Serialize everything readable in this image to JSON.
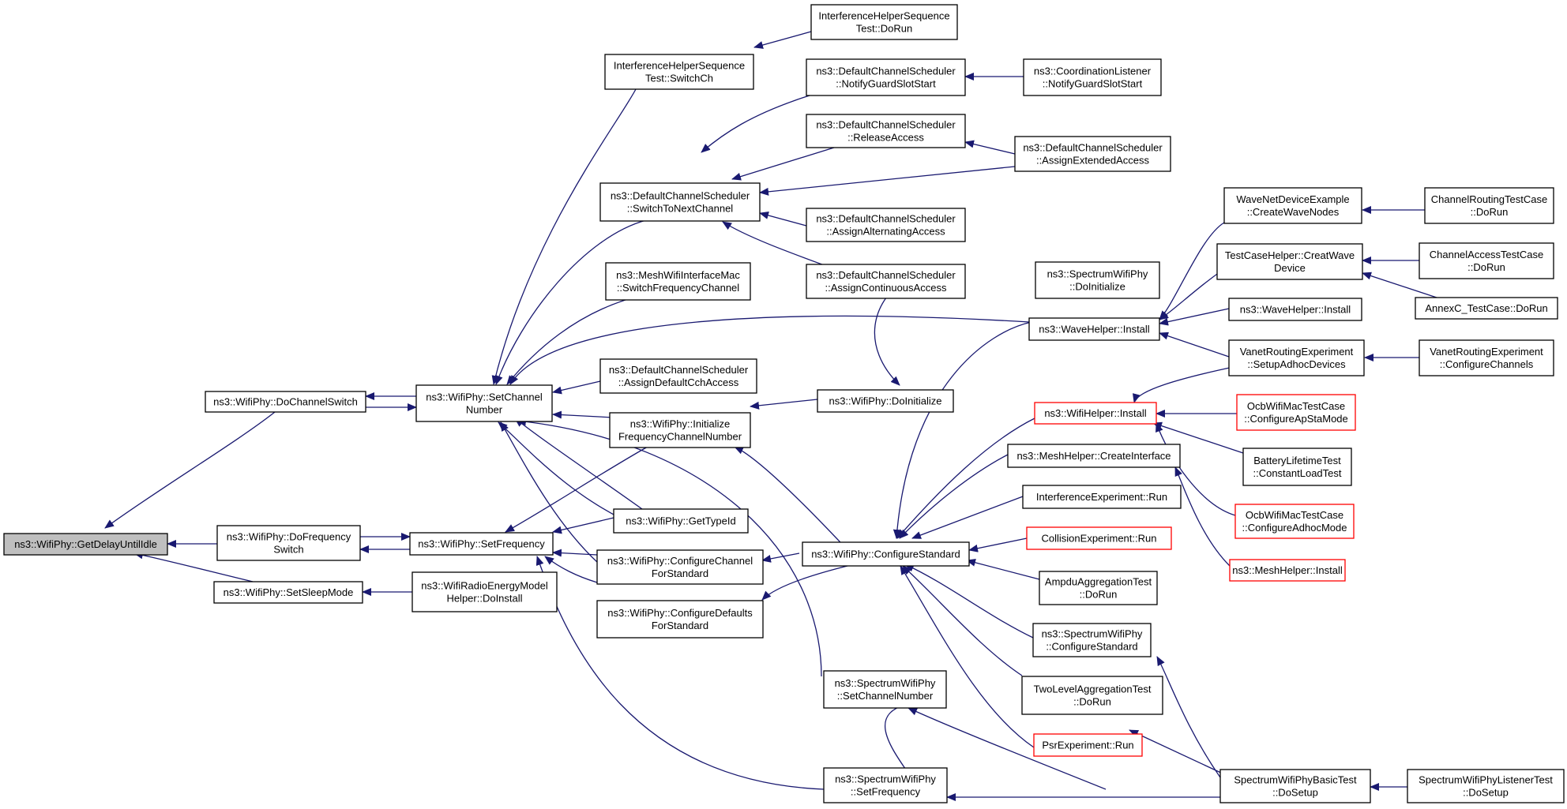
{
  "colors": {
    "edge": "#191970",
    "root_fill": "#bfbfbf",
    "node_border": "#000000",
    "truncated_border": "#ff0000"
  },
  "nodes": [
    {
      "id": "getdelay",
      "lines": [
        "ns3::WifiPhy::GetDelayUntilIdle"
      ],
      "root": true
    },
    {
      "id": "dochannelswitch",
      "lines": [
        "ns3::WifiPhy::DoChannelSwitch"
      ]
    },
    {
      "id": "dofreqswitch",
      "lines": [
        "ns3::WifiPhy::DoFrequency",
        "Switch"
      ]
    },
    {
      "id": "setsleep",
      "lines": [
        "ns3::WifiPhy::SetSleepMode"
      ]
    },
    {
      "id": "setchannel",
      "lines": [
        "ns3::WifiPhy::SetChannel",
        "Number"
      ]
    },
    {
      "id": "setfreq",
      "lines": [
        "ns3::WifiPhy::SetFrequency"
      ]
    },
    {
      "id": "radioenergy",
      "lines": [
        "ns3::WifiRadioEnergyModel",
        "Helper::DoInstall"
      ]
    },
    {
      "id": "ihstswitch",
      "lines": [
        "InterferenceHelperSequence",
        "Test::SwitchCh"
      ]
    },
    {
      "id": "ihstdorun",
      "lines": [
        "InterferenceHelperSequence",
        "Test::DoRun"
      ]
    },
    {
      "id": "dcsswitchnext",
      "lines": [
        "ns3::DefaultChannelScheduler",
        "::SwitchToNextChannel"
      ]
    },
    {
      "id": "dcsnotify",
      "lines": [
        "ns3::DefaultChannelScheduler",
        "::NotifyGuardSlotStart"
      ]
    },
    {
      "id": "coordnotify",
      "lines": [
        "ns3::CoordinationListener",
        "::NotifyGuardSlotStart"
      ]
    },
    {
      "id": "dcsrelease",
      "lines": [
        "ns3::DefaultChannelScheduler",
        "::ReleaseAccess"
      ]
    },
    {
      "id": "dcsextended",
      "lines": [
        "ns3::DefaultChannelScheduler",
        "::AssignExtendedAccess"
      ]
    },
    {
      "id": "dcsalternating",
      "lines": [
        "ns3::DefaultChannelScheduler",
        "::AssignAlternatingAccess"
      ]
    },
    {
      "id": "dcscontinuous",
      "lines": [
        "ns3::DefaultChannelScheduler",
        "::AssignContinuousAccess"
      ]
    },
    {
      "id": "meshswitch",
      "lines": [
        "ns3::MeshWifiInterfaceMac",
        "::SwitchFrequencyChannel"
      ]
    },
    {
      "id": "dcsdefaultcch",
      "lines": [
        "ns3::DefaultChannelScheduler",
        "::AssignDefaultCchAccess"
      ]
    },
    {
      "id": "initfreq",
      "lines": [
        "ns3::WifiPhy::Initialize",
        "FrequencyChannelNumber"
      ]
    },
    {
      "id": "gettypeid",
      "lines": [
        "ns3::WifiPhy::GetTypeId"
      ]
    },
    {
      "id": "configchannel",
      "lines": [
        "ns3::WifiPhy::ConfigureChannel",
        "ForStandard"
      ]
    },
    {
      "id": "configdefaults",
      "lines": [
        "ns3::WifiPhy::ConfigureDefaults",
        "ForStandard"
      ]
    },
    {
      "id": "doinitialize",
      "lines": [
        "ns3::WifiPhy::DoInitialize"
      ]
    },
    {
      "id": "configstandard",
      "lines": [
        "ns3::WifiPhy::ConfigureStandard"
      ]
    },
    {
      "id": "spectrumdoinit",
      "lines": [
        "ns3::SpectrumWifiPhy",
        "::DoInitialize"
      ]
    },
    {
      "id": "spectrumsetchannel",
      "lines": [
        "ns3::SpectrumWifiPhy",
        "::SetChannelNumber"
      ]
    },
    {
      "id": "spectrumsetfreq",
      "lines": [
        "ns3::SpectrumWifiPhy",
        "::SetFrequency"
      ]
    },
    {
      "id": "wavehelperinstall",
      "lines": [
        "ns3::WaveHelper::Install"
      ]
    },
    {
      "id": "wifihelperinstall",
      "lines": [
        "ns3::WifiHelper::Install"
      ],
      "truncated": true
    },
    {
      "id": "meshcreateif",
      "lines": [
        "ns3::MeshHelper::CreateInterface"
      ]
    },
    {
      "id": "interfexprun",
      "lines": [
        "InterferenceExperiment::Run"
      ]
    },
    {
      "id": "collisionrun",
      "lines": [
        "CollisionExperiment::Run"
      ],
      "truncated": true
    },
    {
      "id": "ampdurun",
      "lines": [
        "AmpduAggregationTest",
        "::DoRun"
      ]
    },
    {
      "id": "spectrumconfigstd",
      "lines": [
        "ns3::SpectrumWifiPhy",
        "::ConfigureStandard"
      ]
    },
    {
      "id": "twolevelrun",
      "lines": [
        "TwoLevelAggregationTest",
        "::DoRun"
      ]
    },
    {
      "id": "psrrun",
      "lines": [
        "PsrExperiment::Run"
      ],
      "truncated": true
    },
    {
      "id": "spectrumbasicsetup",
      "lines": [
        "SpectrumWifiPhyBasicTest",
        "::DoSetup"
      ]
    },
    {
      "id": "spectrumlistenersetup",
      "lines": [
        "SpectrumWifiPhyListenerTest",
        "::DoSetup"
      ]
    },
    {
      "id": "wavenetcreate",
      "lines": [
        "WaveNetDeviceExample",
        "::CreateWaveNodes"
      ]
    },
    {
      "id": "testcasecreat",
      "lines": [
        "TestCaseHelper::CreatWave",
        "Device"
      ]
    },
    {
      "id": "wavehelperinstall2",
      "lines": [
        "ns3::WaveHelper::Install"
      ]
    },
    {
      "id": "vanetsetup",
      "lines": [
        "VanetRoutingExperiment",
        "::SetupAdhocDevices"
      ]
    },
    {
      "id": "ocbapsta",
      "lines": [
        "OcbWifiMacTestCase",
        "::ConfigureApStaMode"
      ],
      "truncated": true
    },
    {
      "id": "batteryconst",
      "lines": [
        "BatteryLifetimeTest",
        "::ConstantLoadTest"
      ]
    },
    {
      "id": "ocbadhoc",
      "lines": [
        "OcbWifiMacTestCase",
        "::ConfigureAdhocMode"
      ],
      "truncated": true
    },
    {
      "id": "meshinstall",
      "lines": [
        "ns3::MeshHelper::Install"
      ],
      "truncated": true
    },
    {
      "id": "chroutingrun",
      "lines": [
        "ChannelRoutingTestCase",
        "::DoRun"
      ]
    },
    {
      "id": "chaccessrun",
      "lines": [
        "ChannelAccessTestCase",
        "::DoRun"
      ]
    },
    {
      "id": "annexcrun",
      "lines": [
        "AnnexC_TestCase::DoRun"
      ]
    },
    {
      "id": "vanetconfig",
      "lines": [
        "VanetRoutingExperiment",
        "::ConfigureChannels"
      ]
    }
  ]
}
